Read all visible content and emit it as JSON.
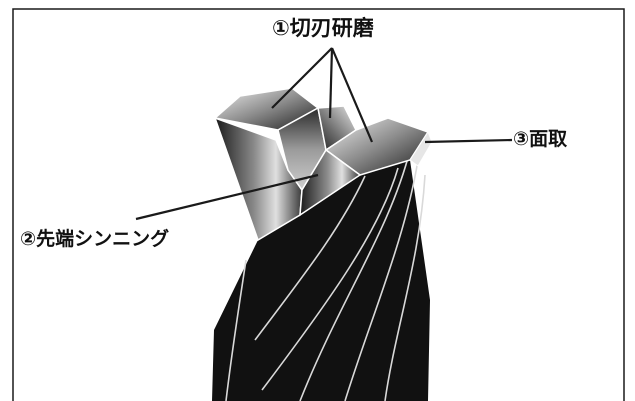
{
  "labels": {
    "cutting_edge_grinding": "①切刃研磨",
    "tip_thinning": "②先端シンニング",
    "chamfer": "③面取"
  },
  "colors": {
    "frame": "#1a1a1a",
    "drill_body": "#111111",
    "leader_line": "#1a1a1a",
    "highlight": "#d9d9d9"
  }
}
